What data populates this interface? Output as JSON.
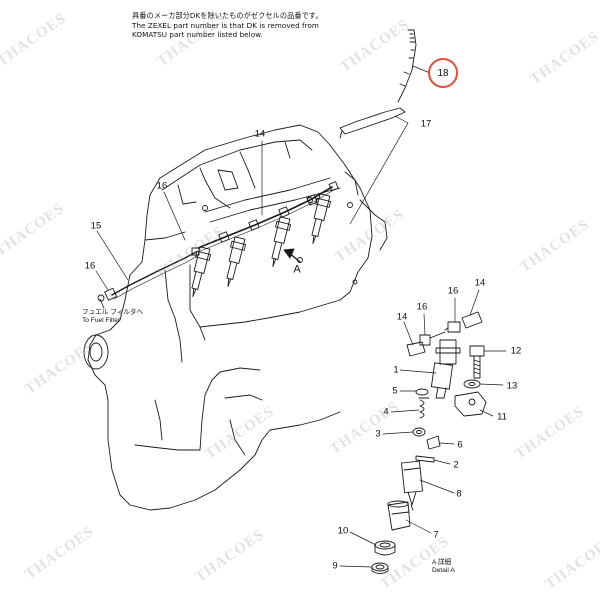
{
  "note": {
    "line1": "具番のメーカ部分DKを除いたものがゼクセルの品番です。",
    "line2": "The ZEXEL part number is that DK is removed from",
    "line3": "KOMATSU part number listed below."
  },
  "fuel_filter": {
    "jp": "フュエル フィルタへ",
    "en": "To Fuel Filter"
  },
  "view_marker": "A",
  "detail": {
    "jp": "A 詳細",
    "en": "Detail A"
  },
  "callout_label": "18",
  "labels": {
    "p14_main": "14",
    "p16_left": "16",
    "p15": "15",
    "p16_low": "16",
    "p17": "17",
    "p14_det_l": "14",
    "p16_det_l": "16",
    "p16_det_r": "16",
    "p14_det_r": "14",
    "p1": "1",
    "p12": "12",
    "p5": "5",
    "p13": "13",
    "p4": "4",
    "p11": "11",
    "p3": "3",
    "p6": "6",
    "p2": "2",
    "p8": "8",
    "p10": "10",
    "p7": "7",
    "p9": "9"
  },
  "watermark": "THACOES"
}
